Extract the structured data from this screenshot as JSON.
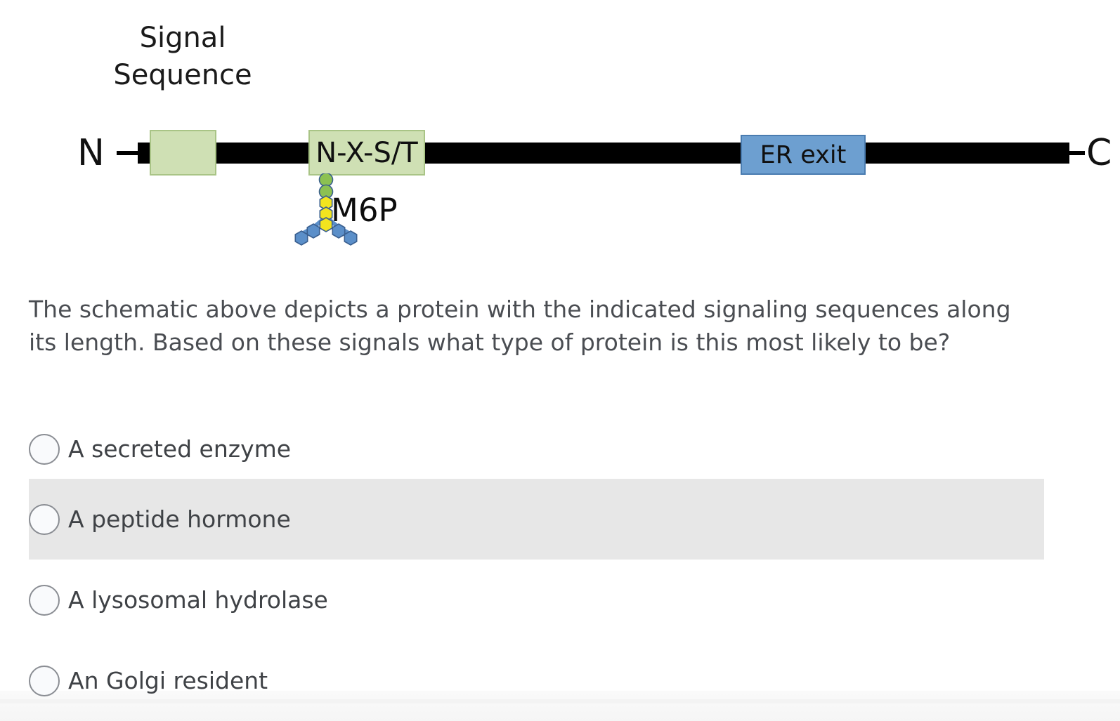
{
  "figure": {
    "signal_sequence_label": "Signal\nSequence",
    "n_terminus": "N",
    "c_terminus": "C",
    "signal_box_label": "",
    "glycosylation_motif": "N-X-S/T",
    "er_exit_label": "ER exit",
    "glycan_label": "M6P",
    "colors": {
      "backbone": "#000000",
      "green_box_fill": "#cfe0b4",
      "green_box_border": "#a9c486",
      "blue_box_fill": "#6d9fd0",
      "blue_box_border": "#4a7cb0",
      "glycan_mannose_green": "#8cc152",
      "glycan_mannose_yellow": "#f2e41f",
      "glycan_glcnac_blue": "#5b8fc9",
      "glycan_outline": "#3a5f8f"
    },
    "glycan_structure": {
      "type": "snfg-glycan",
      "chain": [
        {
          "shape": "circle",
          "color": "green",
          "name": "mannose"
        },
        {
          "shape": "circle",
          "color": "green",
          "name": "mannose"
        },
        {
          "shape": "hexagon",
          "color": "yellow",
          "name": "mannose-6-phosphate"
        },
        {
          "shape": "hexagon",
          "color": "yellow",
          "name": "mannose-6-phosphate"
        },
        {
          "shape": "hexagon",
          "color": "yellow",
          "name": "mannose-6-phosphate"
        }
      ],
      "branches": [
        {
          "side": "left",
          "units": [
            {
              "shape": "hexagon",
              "color": "blue",
              "name": "glcnac"
            },
            {
              "shape": "hexagon",
              "color": "blue",
              "name": "glcnac"
            }
          ]
        },
        {
          "side": "right",
          "units": [
            {
              "shape": "hexagon",
              "color": "blue",
              "name": "glcnac"
            },
            {
              "shape": "hexagon",
              "color": "blue",
              "name": "glcnac"
            }
          ]
        }
      ]
    }
  },
  "question": {
    "text": "The schematic above depicts a protein with the indicated signaling sequences along its length. Based on these signals what type of protein is this most likely to be?"
  },
  "options": [
    {
      "label": "A secreted enzyme",
      "selected": false,
      "highlighted": false
    },
    {
      "label": "A peptide hormone",
      "selected": false,
      "highlighted": true
    },
    {
      "label": "A lysosomal hydrolase",
      "selected": false,
      "highlighted": false
    },
    {
      "label": "An Golgi resident",
      "selected": false,
      "highlighted": false
    }
  ]
}
